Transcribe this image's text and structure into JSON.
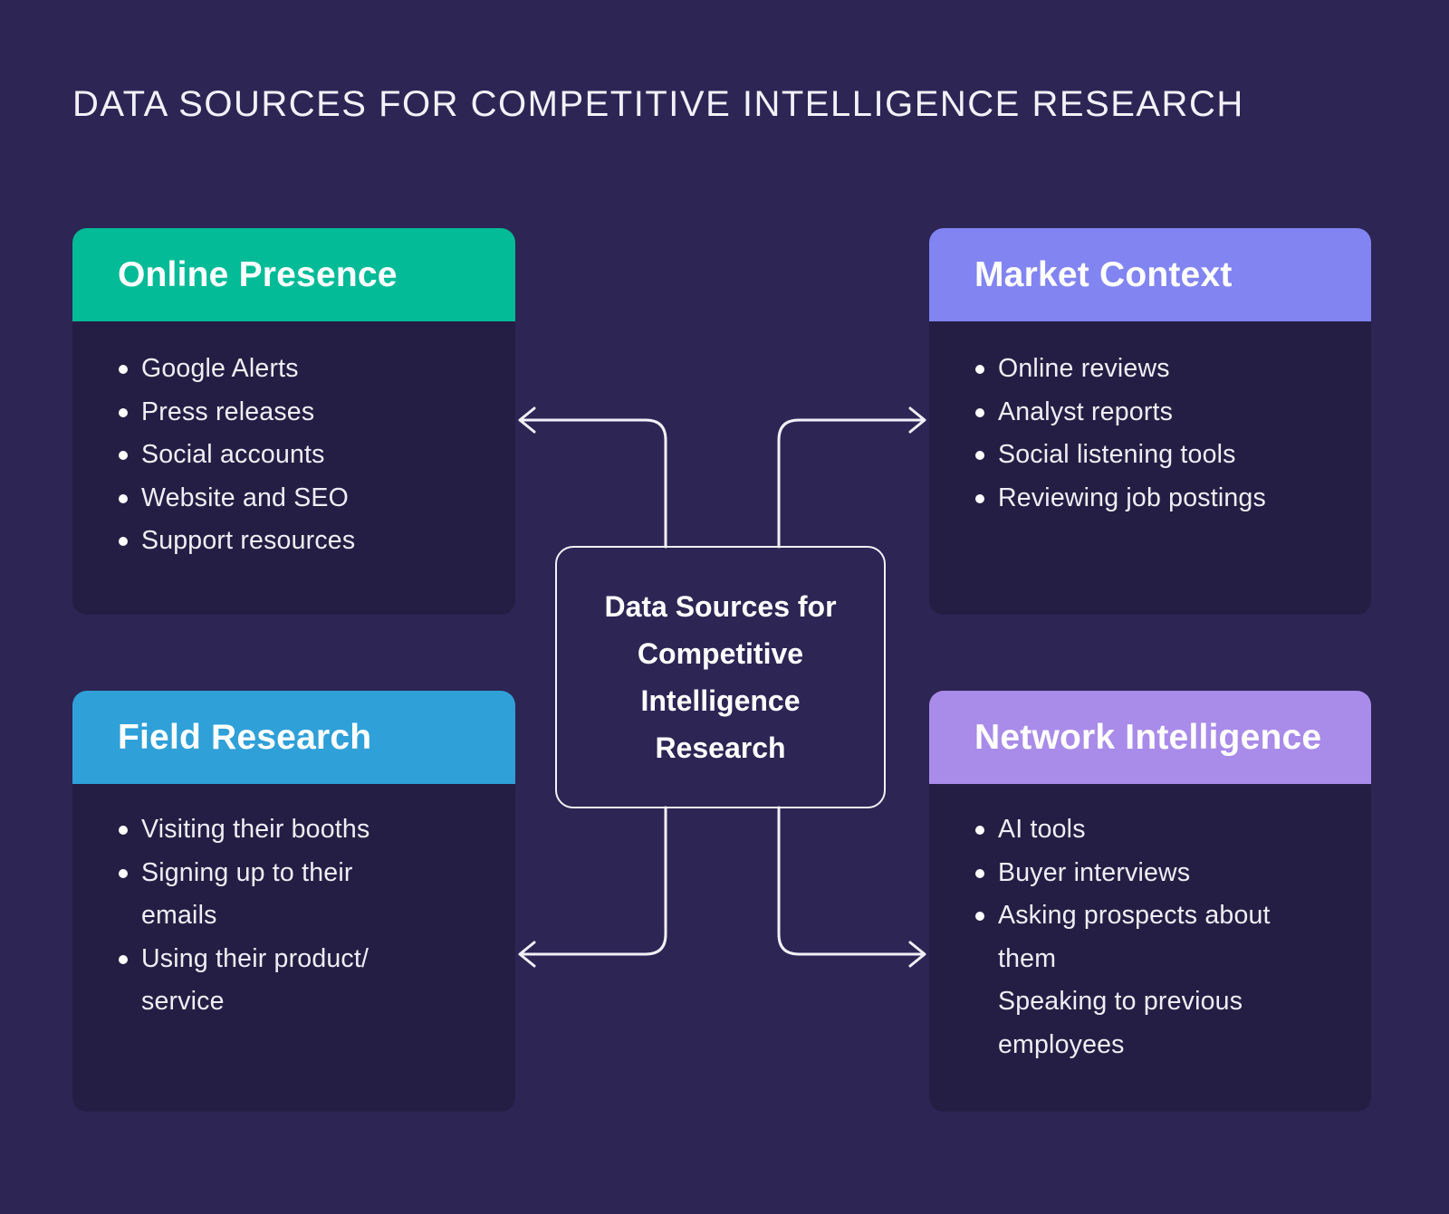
{
  "page": {
    "title": "DATA SOURCES FOR COMPETITIVE INTELLIGENCE RESEARCH"
  },
  "center": {
    "lines": [
      "Data Sources for",
      "Competitive",
      "Intelligence",
      "Research"
    ]
  },
  "cards": [
    {
      "id": "online-presence",
      "title": "Online Presence",
      "header_color": "#03bb97",
      "items": [
        {
          "bullet": true,
          "lines": [
            "Google Alerts"
          ]
        },
        {
          "bullet": true,
          "lines": [
            "Press releases"
          ]
        },
        {
          "bullet": true,
          "lines": [
            "Social accounts"
          ]
        },
        {
          "bullet": true,
          "lines": [
            "Website and SEO"
          ]
        },
        {
          "bullet": true,
          "lines": [
            "Support resources"
          ]
        }
      ]
    },
    {
      "id": "market-context",
      "title": "Market Context",
      "header_color": "#8184f1",
      "items": [
        {
          "bullet": true,
          "lines": [
            "Online reviews"
          ]
        },
        {
          "bullet": true,
          "lines": [
            "Analyst reports"
          ]
        },
        {
          "bullet": true,
          "lines": [
            "Social listening tools"
          ]
        },
        {
          "bullet": true,
          "lines": [
            "Reviewing job postings"
          ]
        }
      ]
    },
    {
      "id": "field-research",
      "title": "Field Research",
      "header_color": "#2fa0d8",
      "items": [
        {
          "bullet": true,
          "lines": [
            "Visiting their booths"
          ]
        },
        {
          "bullet": true,
          "lines": [
            "Signing up to their",
            "emails"
          ]
        },
        {
          "bullet": true,
          "lines": [
            "Using their product/",
            "service"
          ]
        }
      ]
    },
    {
      "id": "network-intelligence",
      "title": "Network Intelligence",
      "header_color": "#a98be9",
      "items": [
        {
          "bullet": true,
          "lines": [
            "AI tools"
          ]
        },
        {
          "bullet": true,
          "lines": [
            "Buyer interviews"
          ]
        },
        {
          "bullet": true,
          "lines": [
            "Asking prospects about",
            "them"
          ]
        },
        {
          "bullet": false,
          "lines": [
            "Speaking to previous",
            "employees"
          ]
        }
      ]
    }
  ],
  "connectors": [
    {
      "from": "center-node",
      "to": "online-presence"
    },
    {
      "from": "center-node",
      "to": "market-context"
    },
    {
      "from": "center-node",
      "to": "field-research"
    },
    {
      "from": "center-node",
      "to": "network-intelligence"
    }
  ],
  "colors": {
    "background": "#2d2554",
    "card_body": "#251e44",
    "connector_line": "#f2f0f8",
    "title_text": "#f3f1f8",
    "list_text": "#f0eef6"
  }
}
